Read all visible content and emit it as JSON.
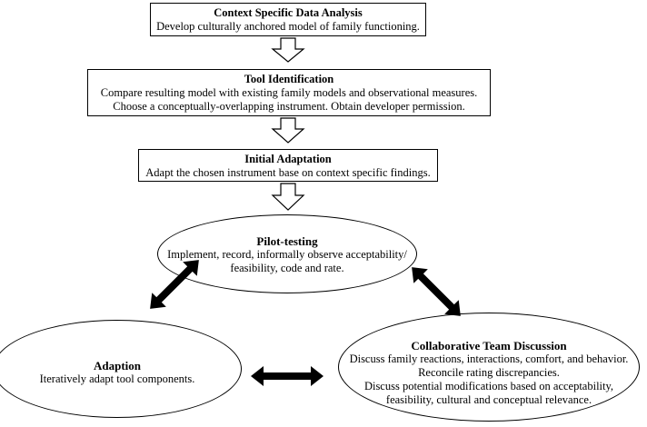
{
  "steps": [
    {
      "title": "Context Specific Data Analysis",
      "lines": [
        "Develop culturally anchored model of family functioning."
      ]
    },
    {
      "title": "Tool Identification",
      "lines": [
        "Compare resulting model with existing family models and observational measures.",
        "Choose a conceptually-overlapping instrument. Obtain developer permission."
      ]
    },
    {
      "title": "Initial Adaptation",
      "lines": [
        "Adapt the chosen instrument base on context specific findings."
      ]
    }
  ],
  "cycle": {
    "pilot": {
      "title": "Pilot-testing",
      "lines": [
        "Implement, record, informally observe acceptability/",
        "feasibility, code and rate."
      ]
    },
    "adaption": {
      "title": "Adaption",
      "lines": [
        "Iteratively adapt tool components."
      ]
    },
    "team": {
      "title": "Collaborative Team Discussion",
      "lines": [
        "Discuss family reactions, interactions, comfort, and behavior.",
        "Reconcile rating discrepancies.",
        "Discuss potential modifications based on acceptability,",
        "feasibility, cultural and conceptual relevance."
      ]
    }
  }
}
